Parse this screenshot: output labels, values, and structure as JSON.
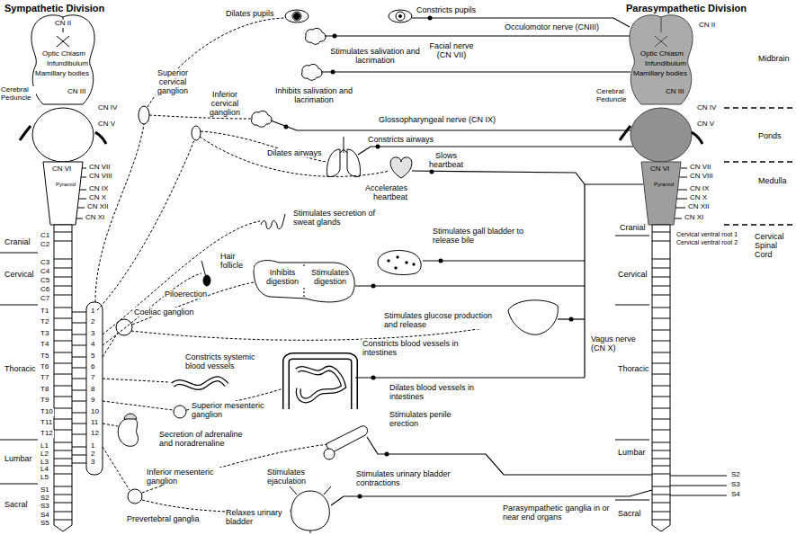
{
  "diagram": {
    "labels": [
      "Sympathetic Division",
      "CN II",
      "Optic Chiasm",
      "Infundibulum",
      "Mamillary bodies",
      "Cerebral Peduncle",
      "CN III",
      "CN IV",
      "CN V",
      "CN VI",
      "CN VII",
      "CN VIII",
      "CN IX",
      "CN X",
      "CN XII",
      "CN XI",
      "Pyramid",
      "Cranial",
      "C1",
      "C2",
      "Cervical",
      "C3",
      "C4",
      "C5",
      "C6",
      "C7",
      "Thoracic",
      "T1",
      "T2",
      "T3",
      "T4",
      "T5",
      "T6",
      "T7",
      "T8",
      "T9",
      "T10",
      "T11",
      "T12",
      "Lumbar",
      "L1",
      "L2",
      "L3",
      "L4",
      "L5",
      "Sacral",
      "S1",
      "S2",
      "S3",
      "S4",
      "S5",
      "1",
      "2",
      "3",
      "4",
      "5",
      "6",
      "7",
      "8",
      "9",
      "10",
      "11",
      "12",
      "1",
      "2",
      "3",
      "Parasympathetic Division",
      "CN II",
      "Optic Chiasm",
      "Infundibulum",
      "Mamillary bodies",
      "Cerebral Peduncle",
      "CN III",
      "CN IV",
      "CN V",
      "CN VI",
      "CN VII",
      "CN VIII",
      "CN IX",
      "CN X",
      "CN XII",
      "CN XI",
      "Pyramid",
      "Midbrain",
      "Ponds",
      "Medulla",
      "Cervical Spinal Cord",
      "Cranial",
      "Cervical ventral root 1",
      "Cervical ventral root 2",
      "Cervical",
      "Thoracic",
      "Lumbar",
      "Sacral",
      "S2",
      "S3",
      "S4",
      "Dilates pupils",
      "Constricts pupils",
      "Occulomotor nerve (CNIII)",
      "Facial nerve (CN VII)",
      "Superior cervical ganglion",
      "Stimulates salivation and lacrimation",
      "Inferior cervical ganglion",
      "Inhibits salivation and lacrimation",
      "Glossopharyngeal nerve (CN IX)",
      "Dilates airways",
      "Constricts airways",
      "Slows heartbeat",
      "Accelerates heartbeat",
      "Stimulates secretion of sweat glands",
      "Stimulates gall bladder to release bile",
      "Hair follicle",
      "Inhibits digestion",
      "Stimulates digestion",
      "Piloerection",
      "Coeliac ganglion",
      "Stimulates glucose production and release",
      "Vagus nerve (CN X)",
      "Constricts blood vessels in intestines",
      "Constricts systemic blood vessels",
      "Dilates blood vessels in intestines",
      "Superior mesenteric ganglion",
      "Secretion of adrenaline and noradrenaline",
      "Stimulates penile erection",
      "Inferior mesenteric ganglion",
      "Stimulates ejaculation",
      "Stimulates urinary bladder contractions",
      "Parasympathetic ganglia in or near end organs",
      "Prevertebral ganglia",
      "Relaxes urinary bladder"
    ]
  }
}
